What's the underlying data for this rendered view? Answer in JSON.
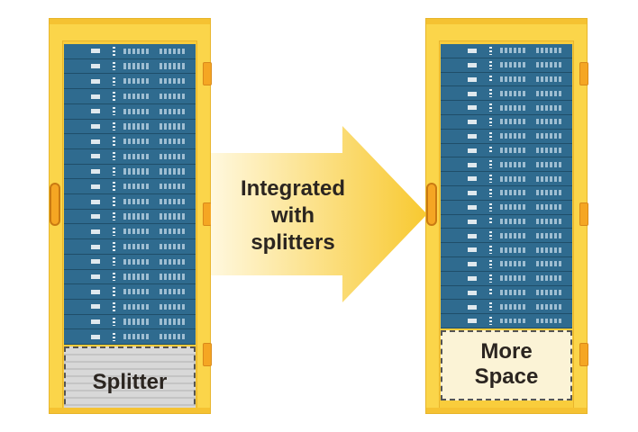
{
  "left_rack": {
    "box_label": "Splitter"
  },
  "arrow": {
    "lines": [
      "Integrated",
      "with",
      "splitters"
    ]
  },
  "right_rack": {
    "box_label_lines": [
      "More",
      "Space"
    ]
  },
  "colors": {
    "rack": "#fbd54a",
    "server": "#2f6b8f",
    "hinge": "#f5a623",
    "arrow_tip": "#f8c930",
    "arrow_tail": "#fff8de"
  }
}
